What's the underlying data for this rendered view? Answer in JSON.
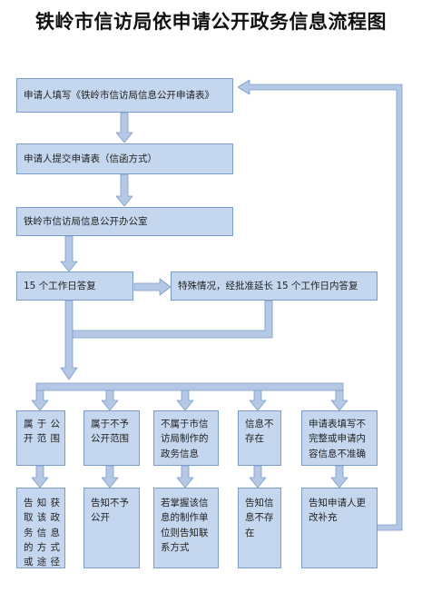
{
  "title": "铁岭市信访局依申请公开政务信息流程图",
  "colors": {
    "node_fill": "#c5d7ee",
    "node_border": "#7c9cc8",
    "connector": "#b4c8e6",
    "connector_border": "#7c9cc8"
  },
  "steps": {
    "fill_form": "申请人填写《铁岭市信访局信息公开申请表》",
    "submit": "申请人提交申请表（信函方式）",
    "office": "铁岭市信访局信息公开办公室",
    "reply_15": "15 个工作日答复",
    "special": "特殊情况，经批准延长 15 个工作日内答复"
  },
  "categories": [
    {
      "label": "属于公开范围",
      "result": "告知获取该政务信息的方式或途径"
    },
    {
      "label": "属于不予公开范围",
      "result": "告知不予公开"
    },
    {
      "label": "不属于市信访局制作的政务信息",
      "result": "若掌握该信息的制作单位则告知联系方式"
    },
    {
      "label": "信息不存在",
      "result": "告知信息不存在"
    },
    {
      "label": "申请表填写不完整或申请内容信息不准确",
      "result": "告知申请人更改补充"
    }
  ]
}
